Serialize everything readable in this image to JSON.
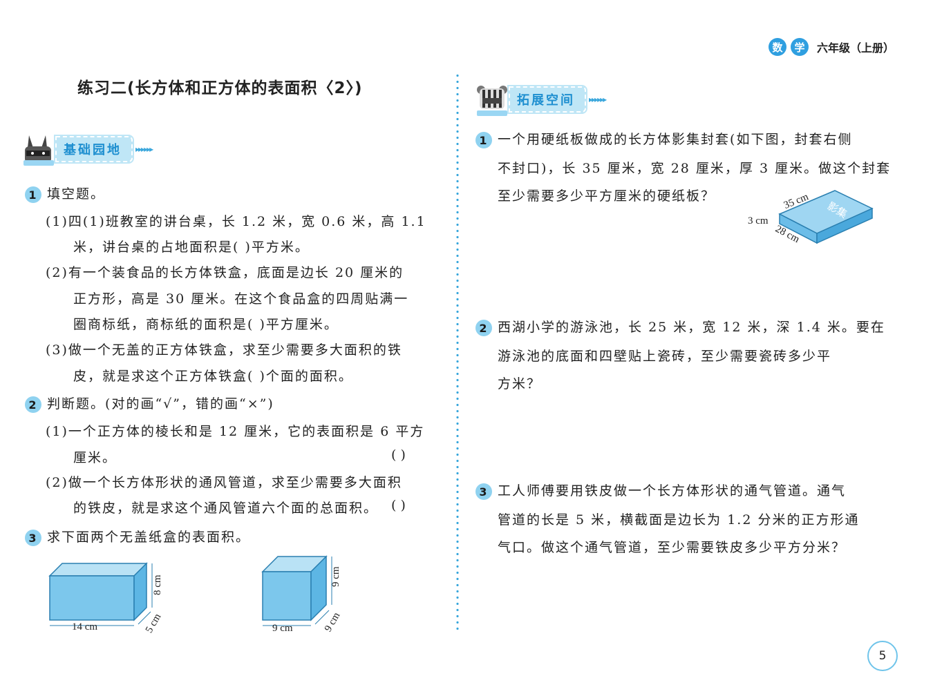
{
  "header": {
    "subject_char1": "数",
    "subject_char2": "学",
    "grade": "六年级（上册）"
  },
  "title": "练习二(长方体和正方体的表面积〈2〉)",
  "left": {
    "banner": "基础园地",
    "q1": {
      "num": "1",
      "heading": "填空题。",
      "items": [
        {
          "line1": "(1)四(1)班教室的讲台桌，长 1.2 米，宽 0.6 米，高 1.1",
          "line2": "米，讲台桌的占地面积是(        )平方米。"
        },
        {
          "line1": "(2)有一个装食品的长方体铁盒，底面是边长 20 厘米的",
          "line2": "正方形，高是 30 厘米。在这个食品盒的四周贴满一",
          "line3": "圈商标纸，商标纸的面积是(        )平方厘米。"
        },
        {
          "line1": "(3)做一个无盖的正方体铁盒，求至少需要多大面积的铁",
          "line2": "皮，就是求这个正方体铁盒(        )个面的面积。"
        }
      ]
    },
    "q2": {
      "num": "2",
      "heading": "判断题。(对的画“√”，错的画“×”)",
      "items": [
        {
          "line1": "(1)一个正方体的棱长和是 12 厘米，它的表面积是 6 平方",
          "line2": "厘米。",
          "paren": "(      )"
        },
        {
          "line1": "(2)做一个长方体形状的通风管道，求至少需要多大面积",
          "line2": "的铁皮，就是求这个通风管道六个面的总面积。",
          "paren": "(      )"
        }
      ]
    },
    "q3": {
      "num": "3",
      "heading": "求下面两个无盖纸盒的表面积。",
      "box1": {
        "length": "14 cm",
        "width": "5 cm",
        "height": "8 cm"
      },
      "box2": {
        "length": "9 cm",
        "width": "9 cm",
        "height": "9 cm"
      }
    }
  },
  "right": {
    "banner": "拓展空间",
    "q1": {
      "num": "1",
      "lines": [
        "一个用硬纸板做成的长方体影集封套(如下图，封套右侧",
        "不封口)，长 35 厘米，宽 28 厘米，厚 3 厘米。做这个封套",
        "至少需要多少平方厘米的硬纸板？"
      ],
      "figure": {
        "length": "35 cm",
        "thickness": "3 cm",
        "width": "28 cm",
        "cover_text": "影集"
      }
    },
    "q2": {
      "num": "2",
      "lines": [
        "西湖小学的游泳池，长 25 米，宽 12 米，深 1.4 米。要在",
        "游泳池的底面和四壁贴上瓷砖，至少需要瓷砖多少平",
        "方米？"
      ]
    },
    "q3": {
      "num": "3",
      "lines": [
        "工人师傅要用铁皮做一个长方体形状的通气管道。通气",
        "管道的长是 5 米，横截面是边长为 1.2 分米的正方形通",
        "气口。做这个通气管道，至少需要铁皮多少平方分米？"
      ]
    }
  },
  "page_number": "5",
  "colors": {
    "accent": "#2f9fe0",
    "banner_bg": "#bfe6f6",
    "box_fill": "#7cc7ec"
  }
}
